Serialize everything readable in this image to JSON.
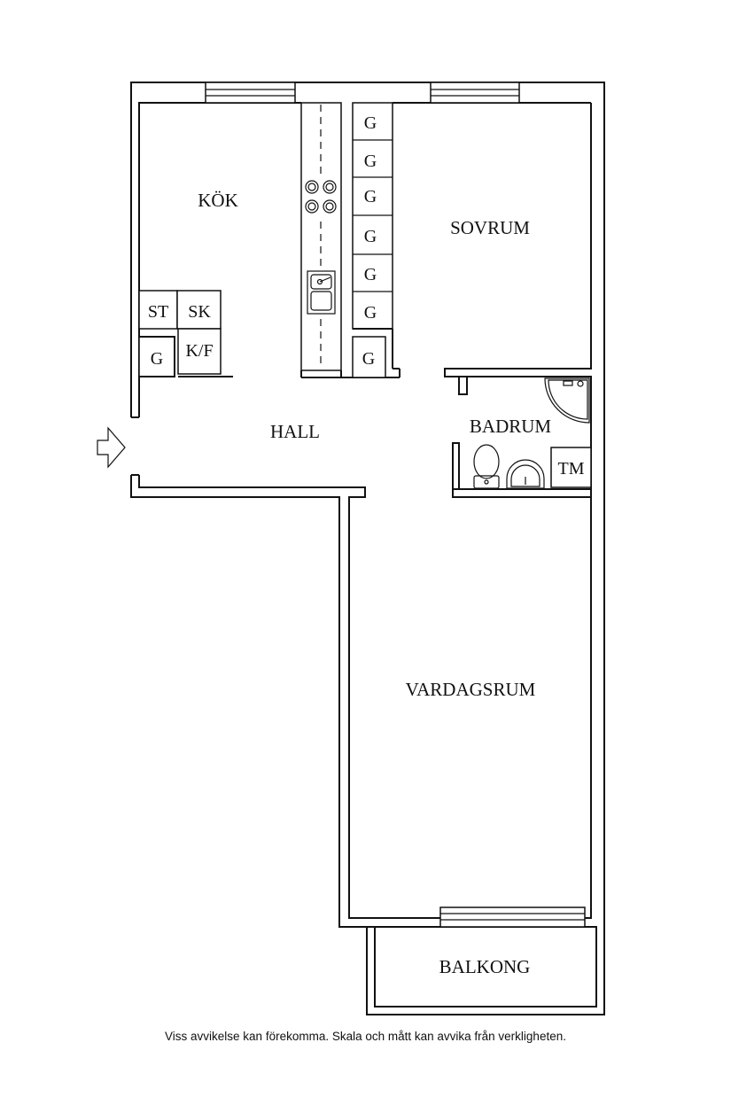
{
  "rooms": {
    "kitchen": "KÖK",
    "bedroom": "SOVRUM",
    "hall": "HALL",
    "bathroom": "BADRUM",
    "living_room": "VARDAGSRUM",
    "balcony": "BALKONG"
  },
  "fixtures": {
    "wardrobe": "G",
    "stove": "ST",
    "dishwasher": "SK",
    "fridge_freezer": "K/F",
    "washing_machine": "TM"
  },
  "icons": {
    "entrance": "entrance-arrow-icon",
    "hob": "hob-icon",
    "sink": "kitchen-sink-icon",
    "shower": "shower-icon",
    "toilet": "toilet-icon",
    "washbasin": "washbasin-icon"
  },
  "footer": {
    "disclaimer": "Viss avvikelse kan förekomma. Skala och mått kan avvika från verkligheten."
  }
}
